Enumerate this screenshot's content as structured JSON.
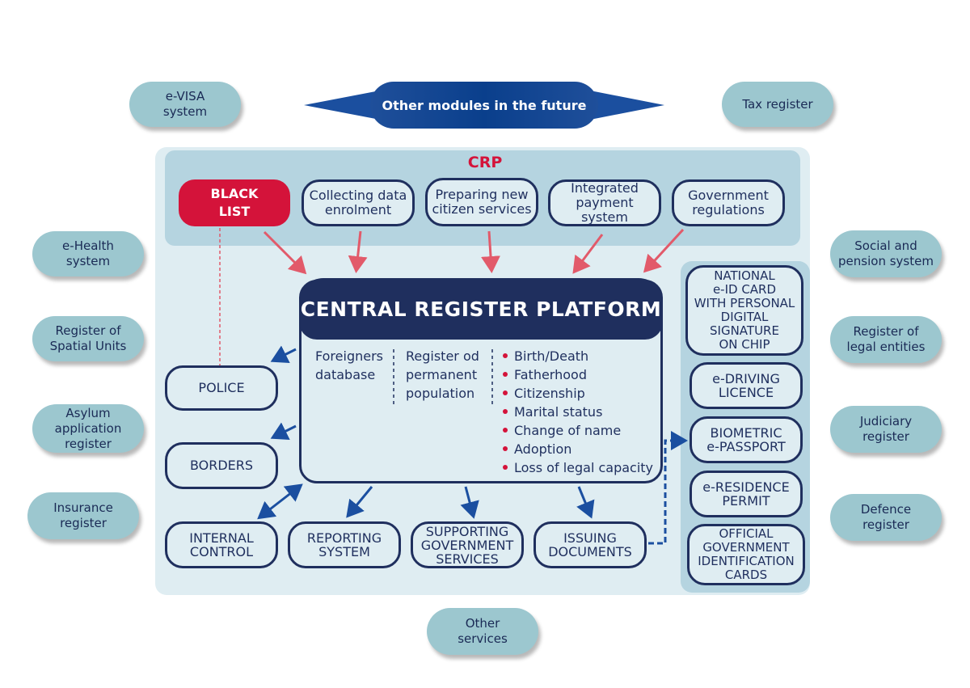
{
  "banner": {
    "label": "Other modules in the future"
  },
  "external": {
    "evisa": "e-VISA\nsystem",
    "tax": "Tax register",
    "ehealth": "e-Health\nsystem",
    "spatial": "Register of\nSpatial Units",
    "asylum": "Asylum\napplication\nregister",
    "insurance": "Insurance\nregister",
    "social": "Social and\npension system",
    "legal": "Register of\nlegal entities",
    "judiciary": "Judiciary\nregister",
    "defence": "Defence\nregister",
    "other_services": "Other\nservices"
  },
  "crp": {
    "title": "CRP",
    "black_list": "BLACK\nLIST",
    "modules": [
      "Collecting data\nenrolment",
      "Preparing new\ncitizen services",
      "Integrated\npayment\nsystem",
      "Government\nregulations"
    ]
  },
  "central": {
    "title": "CENTRAL REGISTER PLATFORM",
    "col1": "Foreigners\ndatabase",
    "col2": "Register od\npermanent\npopulation",
    "items": [
      "Birth/Death",
      "Fatherhood",
      "Citizenship",
      "Marital status",
      "Change of name",
      "Adoption",
      "Loss of legal capacity"
    ]
  },
  "left_outputs": {
    "police": "POLICE",
    "borders": "BORDERS"
  },
  "bottom_outputs": {
    "internal": "INTERNAL\nCONTROL",
    "reporting": "REPORTING\nSYSTEM",
    "supporting": "SUPPORTING\nGOVERNMENT\nSERVICES",
    "issuing": "ISSUING\nDOCUMENTS"
  },
  "documents": [
    "NATIONAL\ne-ID CARD\nWITH PERSONAL\nDIGITAL\nSIGNATURE\nON CHIP",
    "e-DRIVING\nLICENCE",
    "BIOMETRIC\ne-PASSPORT",
    "e-RESIDENCE\nPERMIT",
    "OFFICIAL\nGOVERNMENT\nIDENTIFICATION\nCARDS"
  ],
  "colors": {
    "navy": "#1f2f5e",
    "red": "#d4133a",
    "arrow_red": "#e25a6a",
    "arrow_blue": "#1b4fa0",
    "teal": "#9cc7cf"
  }
}
